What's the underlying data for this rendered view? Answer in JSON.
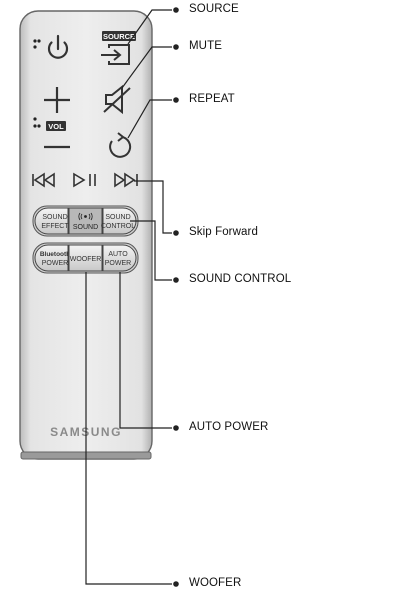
{
  "remote": {
    "brand": "SAMSUNG",
    "source_key_label": "SOURCE",
    "vol_label": "VOL",
    "sound_effect_label": [
      "SOUND",
      "EFFECT"
    ],
    "sound_label": "SOUND",
    "sound_control_label": [
      "SOUND",
      "CONTROL"
    ],
    "bluetooth_power_label": [
      "Bluetooth",
      "POWER"
    ],
    "woofer_label": "WOOFER",
    "auto_power_label": [
      "AUTO",
      "POWER"
    ]
  },
  "callouts": {
    "source": "SOURCE",
    "mute": "MUTE",
    "repeat": "REPEAT",
    "skip_forward": "Skip Forward",
    "sound_control": "SOUND CONTROL",
    "auto_power": "AUTO POWER",
    "woofer": "WOOFER"
  }
}
